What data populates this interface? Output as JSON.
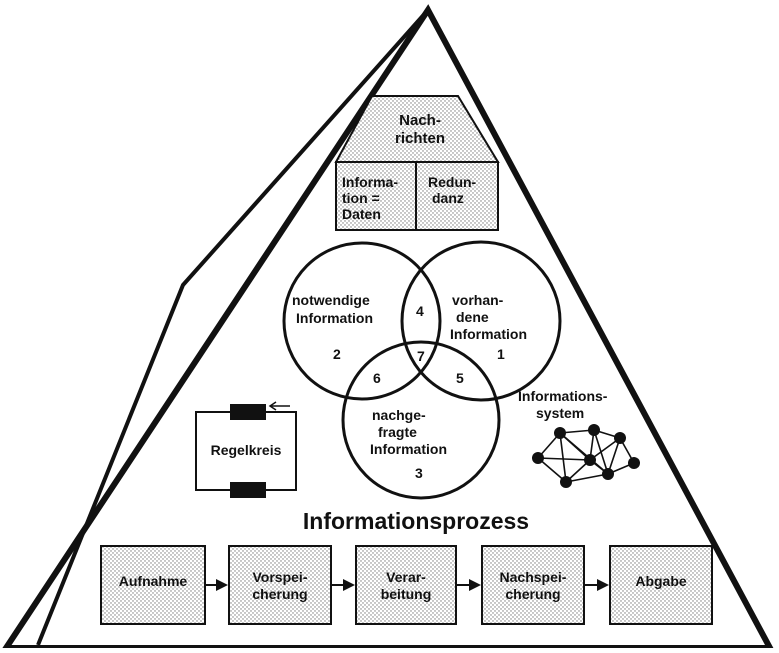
{
  "nachrichten": {
    "line1": "Nach-",
    "line2": "richten"
  },
  "information_daten": {
    "line1": "Informa-",
    "line2": "tion =",
    "line3": "Daten"
  },
  "redundanz": {
    "line1": "Redun-",
    "line2": "danz"
  },
  "venn": {
    "notwendige": {
      "line1": "notwendige",
      "line2": "Information"
    },
    "vorhandene": {
      "line1": "vorhan-",
      "line2": "dene",
      "line3": "Information"
    },
    "nachgefragte": {
      "line1": "nachge-",
      "line2": "fragte",
      "line3": "Information"
    },
    "regions": {
      "r1": "1",
      "r2": "2",
      "r3": "3",
      "r4": "4",
      "r5": "5",
      "r6": "6",
      "r7": "7"
    }
  },
  "regelkreis": "Regelkreis",
  "informationssystem": {
    "line1": "Informations-",
    "line2": "system"
  },
  "process_title": "Informationsprozess",
  "steps": [
    {
      "line1": "Aufnahme",
      "line2": ""
    },
    {
      "line1": "Vorspei-",
      "line2": "cherung"
    },
    {
      "line1": "Verar-",
      "line2": "beitung"
    },
    {
      "line1": "Nachspei-",
      "line2": "cherung"
    },
    {
      "line1": "Abgabe",
      "line2": ""
    }
  ]
}
